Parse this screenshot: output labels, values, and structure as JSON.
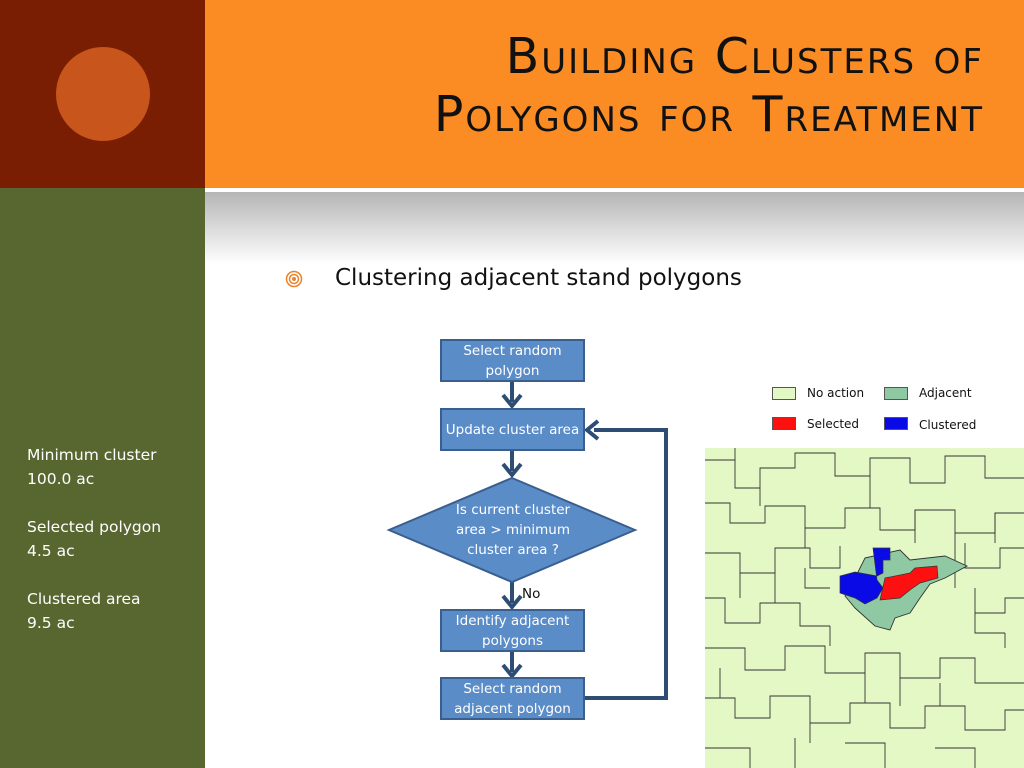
{
  "slide": {
    "title_line1": "Building Clusters of",
    "title_line2": "Polygons for Treatment"
  },
  "bullet": {
    "text": "Clustering adjacent stand polygons"
  },
  "sidebar": {
    "min_cluster_label": "Minimum cluster",
    "min_cluster_value": "100.0 ac",
    "selected_polygon_label": "Selected polygon",
    "selected_polygon_value": "4.5 ac",
    "clustered_area_label": "Clustered area",
    "clustered_area_value": "9.5 ac"
  },
  "flowchart": {
    "step1": "Select random polygon",
    "step2": "Update cluster area",
    "decision": "Is current cluster area > minimum cluster area ?",
    "no_label": "No",
    "step3": "Identify adjacent polygons",
    "step4": "Select random adjacent polygon"
  },
  "legend": {
    "items": [
      {
        "label": "No action",
        "color": "#e4f8c6"
      },
      {
        "label": "Adjacent",
        "color": "#8ec9a4"
      },
      {
        "label": "Selected",
        "color": "#ff1010"
      },
      {
        "label": "Clustered",
        "color": "#0a0ae6"
      }
    ]
  },
  "colors": {
    "accent_orange": "#fa8c23",
    "dark_red": "#7a1e03",
    "sidebar_green": "#586630",
    "flow_blue": "#5a8cc8",
    "flow_arrow": "#2e4d75"
  }
}
